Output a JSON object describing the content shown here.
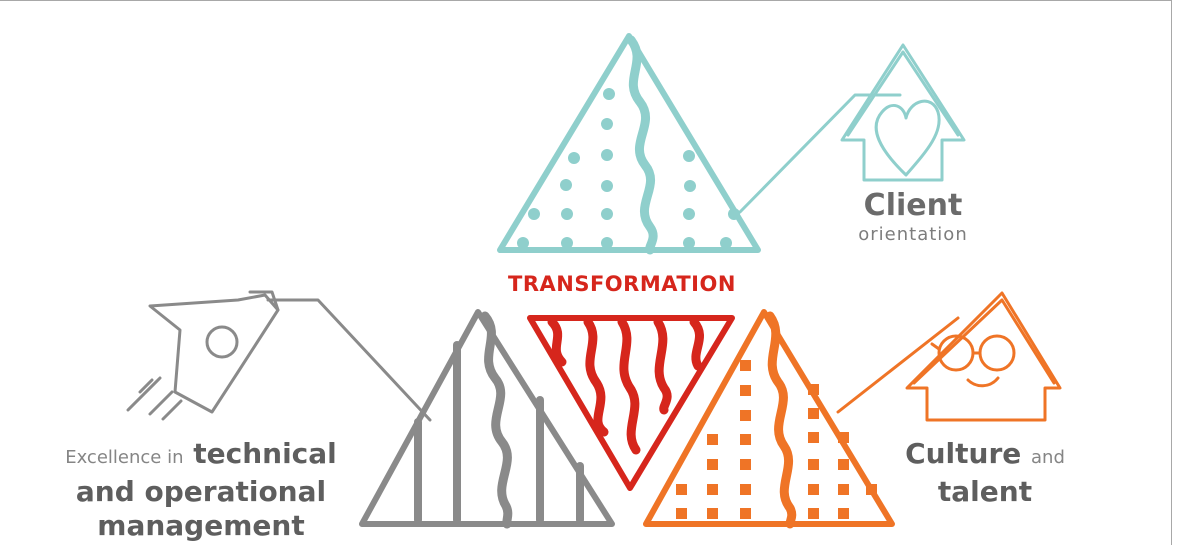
{
  "labels": {
    "transformation": "TRANSFORMATION",
    "client_bold": "Client",
    "client_light": "orientation",
    "excellence_light": "Excellence in",
    "excellence_bold_1": "technical",
    "excellence_bold_2": "and operational",
    "excellence_bold_3": "management",
    "culture_bold": "Culture",
    "culture_light": "and",
    "talent_bold": "talent"
  },
  "colors": {
    "client": "#8fcfcc",
    "transformation": "#d6261c",
    "excellence": "#8a8a8a",
    "culture": "#ef7426"
  },
  "icons": {
    "client": "house-heart-icon",
    "excellence": "rocket-icon",
    "culture": "house-glasses-face-icon"
  }
}
